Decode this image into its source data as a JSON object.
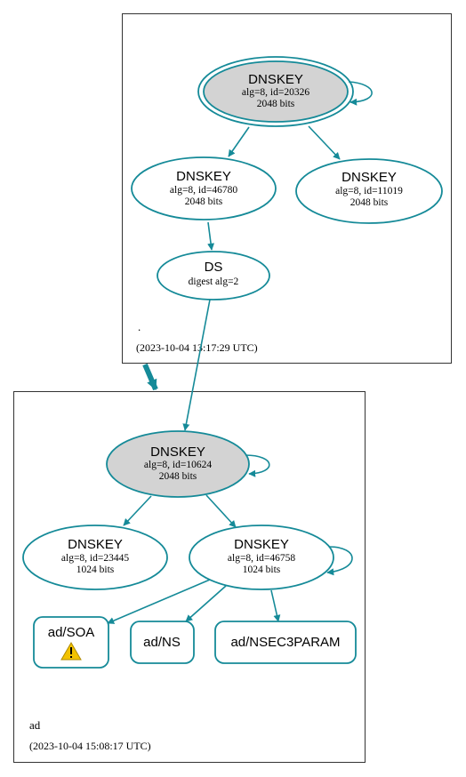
{
  "colors": {
    "accent": "#158a98",
    "node_fill_grey": "#d3d3d3",
    "node_fill_white": "#ffffff",
    "warning": "#f2c200"
  },
  "zones": {
    "root": {
      "name": ".",
      "timestamp": "(2023-10-04 13:17:29 UTC)",
      "nodes": {
        "ksk": {
          "title": "DNSKEY",
          "line1": "alg=8, id=20326",
          "line2": "2048 bits"
        },
        "zsk1": {
          "title": "DNSKEY",
          "line1": "alg=8, id=46780",
          "line2": "2048 bits"
        },
        "zsk2": {
          "title": "DNSKEY",
          "line1": "alg=8, id=11019",
          "line2": "2048 bits"
        },
        "ds": {
          "title": "DS",
          "line1": "digest alg=2"
        }
      }
    },
    "ad": {
      "name": "ad",
      "timestamp": "(2023-10-04 15:08:17 UTC)",
      "nodes": {
        "ksk": {
          "title": "DNSKEY",
          "line1": "alg=8, id=10624",
          "line2": "2048 bits"
        },
        "zsk1": {
          "title": "DNSKEY",
          "line1": "alg=8, id=23445",
          "line2": "1024 bits"
        },
        "zsk2": {
          "title": "DNSKEY",
          "line1": "alg=8, id=46758",
          "line2": "1024 bits"
        },
        "soa": {
          "label": "ad/SOA",
          "icon": "warning-icon"
        },
        "ns": {
          "label": "ad/NS"
        },
        "nsec3param": {
          "label": "ad/NSEC3PARAM"
        }
      }
    }
  }
}
